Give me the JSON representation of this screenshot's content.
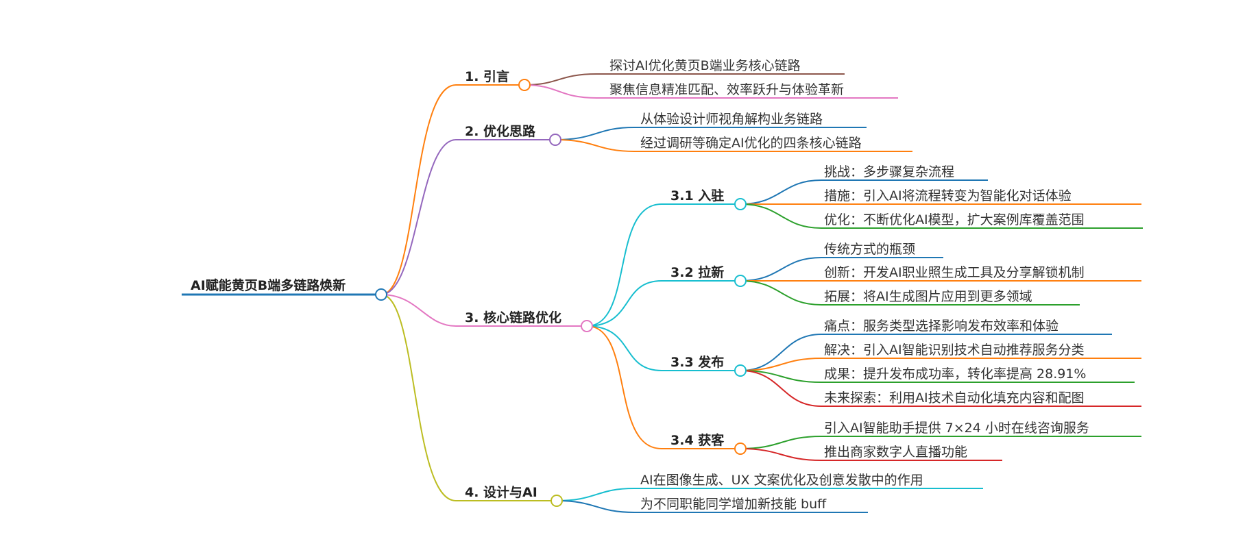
{
  "root": {
    "label": "AI赋能黄页B端多链路焕新",
    "color": "#1f77b4"
  },
  "branches": [
    {
      "id": "b1",
      "label": "1. 引言",
      "color": "#ff7f0e",
      "children": [
        {
          "label": "探讨AI优化黄页B端业务核心链路",
          "color": "#8c564b"
        },
        {
          "label": "聚焦信息精准匹配、效率跃升与体验革新",
          "color": "#e377c2"
        }
      ]
    },
    {
      "id": "b2",
      "label": "2. 优化思路",
      "color": "#9467bd",
      "children": [
        {
          "label": "从体验设计师视角解构业务链路",
          "color": "#1f77b4"
        },
        {
          "label": "经过调研等确定AI优化的四条核心链路",
          "color": "#ff7f0e"
        }
      ]
    },
    {
      "id": "b3",
      "label": "3. 核心链路优化",
      "color": "#e377c2",
      "subs": [
        {
          "label": "3.1 入驻",
          "color": "#17becf",
          "children": [
            {
              "label": "挑战：多步骤复杂流程",
              "color": "#1f77b4"
            },
            {
              "label": "措施：引入AI将流程转变为智能化对话体验",
              "color": "#ff7f0e"
            },
            {
              "label": "优化：不断优化AI模型，扩大案例库覆盖范围",
              "color": "#2ca02c"
            }
          ]
        },
        {
          "label": "3.2 拉新",
          "color": "#17becf",
          "children": [
            {
              "label": "传统方式的瓶颈",
              "color": "#1f77b4"
            },
            {
              "label": "创新：开发AI职业照生成工具及分享解锁机制",
              "color": "#ff7f0e"
            },
            {
              "label": "拓展：将AI生成图片应用到更多领域",
              "color": "#2ca02c"
            }
          ]
        },
        {
          "label": "3.3 发布",
          "color": "#17becf",
          "children": [
            {
              "label": "痛点：服务类型选择影响发布效率和体验",
              "color": "#1f77b4"
            },
            {
              "label": "解决：引入AI智能识别技术自动推荐服务分类",
              "color": "#ff7f0e"
            },
            {
              "label": "成果：提升发布成功率，转化率提高 28.91%",
              "color": "#2ca02c"
            },
            {
              "label": "未来探索：利用AI技术自动化填充内容和配图",
              "color": "#d62728"
            }
          ]
        },
        {
          "label": "3.4 获客",
          "color": "#ff7f0e",
          "children": [
            {
              "label": "引入AI智能助手提供 7×24 小时在线咨询服务",
              "color": "#2ca02c"
            },
            {
              "label": "推出商家数字人直播功能",
              "color": "#d62728"
            }
          ]
        }
      ]
    },
    {
      "id": "b4",
      "label": "4. 设计与AI",
      "color": "#bcbd22",
      "children": [
        {
          "label": "AI在图像生成、UX 文案优化及创意发散中的作用",
          "color": "#17becf"
        },
        {
          "label": "为不同职能同学增加新技能 buff",
          "color": "#1f77b4"
        }
      ]
    }
  ]
}
